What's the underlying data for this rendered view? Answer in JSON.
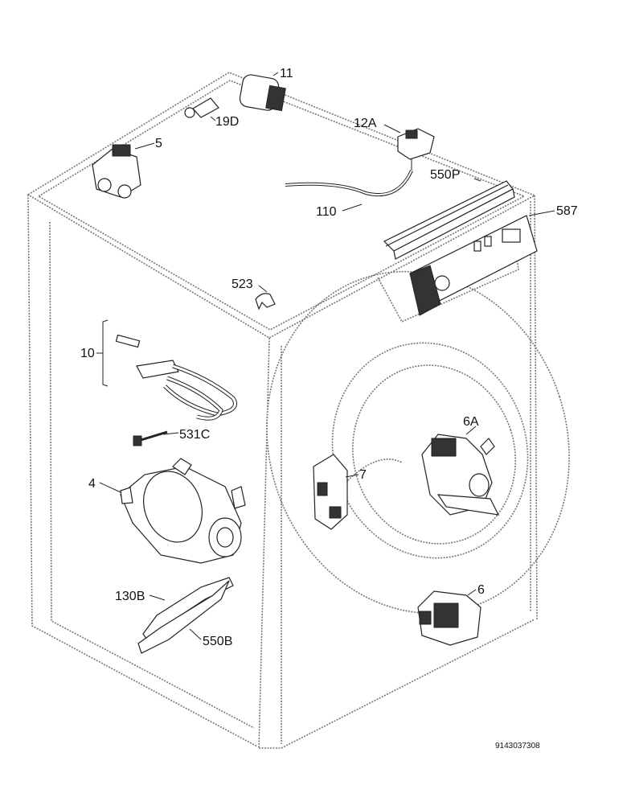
{
  "diagram": {
    "labels": {
      "p11": "11",
      "p19d": "19D",
      "p5": "5",
      "p12a": "12A",
      "p550p": "550P",
      "p110": "110",
      "p587": "587",
      "p523": "523",
      "p10": "10",
      "p531c": "531C",
      "p4": "4",
      "p6a": "6A",
      "p7": "7",
      "p130b": "130B",
      "p550b": "550B",
      "p6": "6"
    },
    "drawing_code": "9143037308"
  }
}
